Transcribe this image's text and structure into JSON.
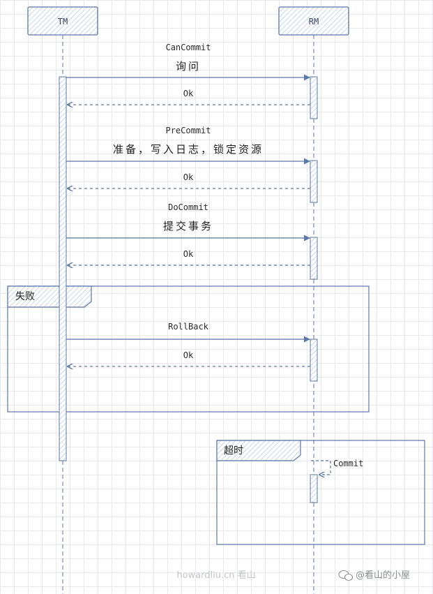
{
  "colors": {
    "line": "#5a78a8",
    "fill_hatch": "#dde6f3",
    "text": "#2b2b2b"
  },
  "actors": {
    "tm": "TM",
    "rm": "RM"
  },
  "messages": {
    "cancommit": "CanCommit",
    "cancommit_sub": "询问",
    "ok1": "Ok",
    "precommit": "PreCommit",
    "precommit_sub": "准备，写入日志，锁定资源",
    "ok2": "Ok",
    "docommit": "DoCommit",
    "docommit_sub": "提交事务",
    "ok3": "Ok",
    "rollback": "RollBack",
    "ok4": "Ok",
    "self_commit": "Commit"
  },
  "frames": {
    "failure": "失败",
    "timeout": "超时"
  },
  "footer": {
    "watermark": "howardliu.cn 看山",
    "account": "@看山的小屋",
    "account_icon": "wechat-icon"
  }
}
